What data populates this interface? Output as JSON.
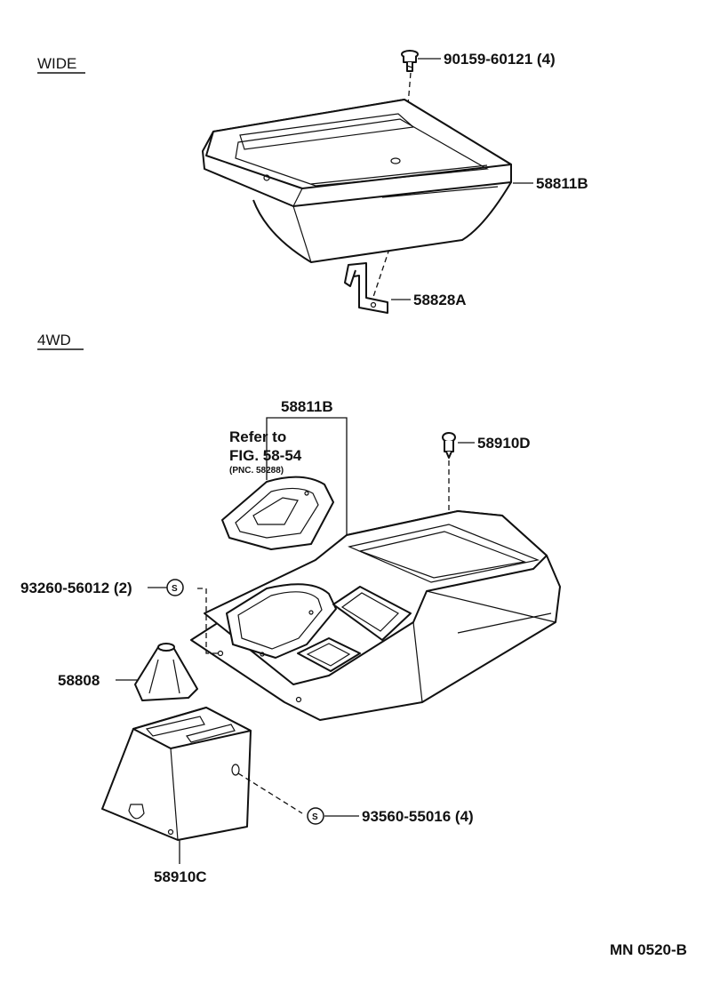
{
  "sections": {
    "wide": "WIDE",
    "fourwd": "4WD"
  },
  "labels": {
    "bolt_wide": "90159-60121 (4)",
    "console_wide": "58811B",
    "bracket_wide": "58828A",
    "console_4wd": "58811B",
    "refer_line1": "Refer to",
    "refer_line2": "FIG. 58-54",
    "refer_line3": "(PNC. 58288)",
    "clip_4wd": "58910D",
    "screw_left": "93260-56012 (2)",
    "boot": "58808",
    "screw_right": "93560-55016 (4)",
    "cover": "58910C",
    "screw_symbol_left": "S",
    "screw_symbol_right": "S"
  },
  "footer": {
    "code": "MN 0520-B"
  }
}
